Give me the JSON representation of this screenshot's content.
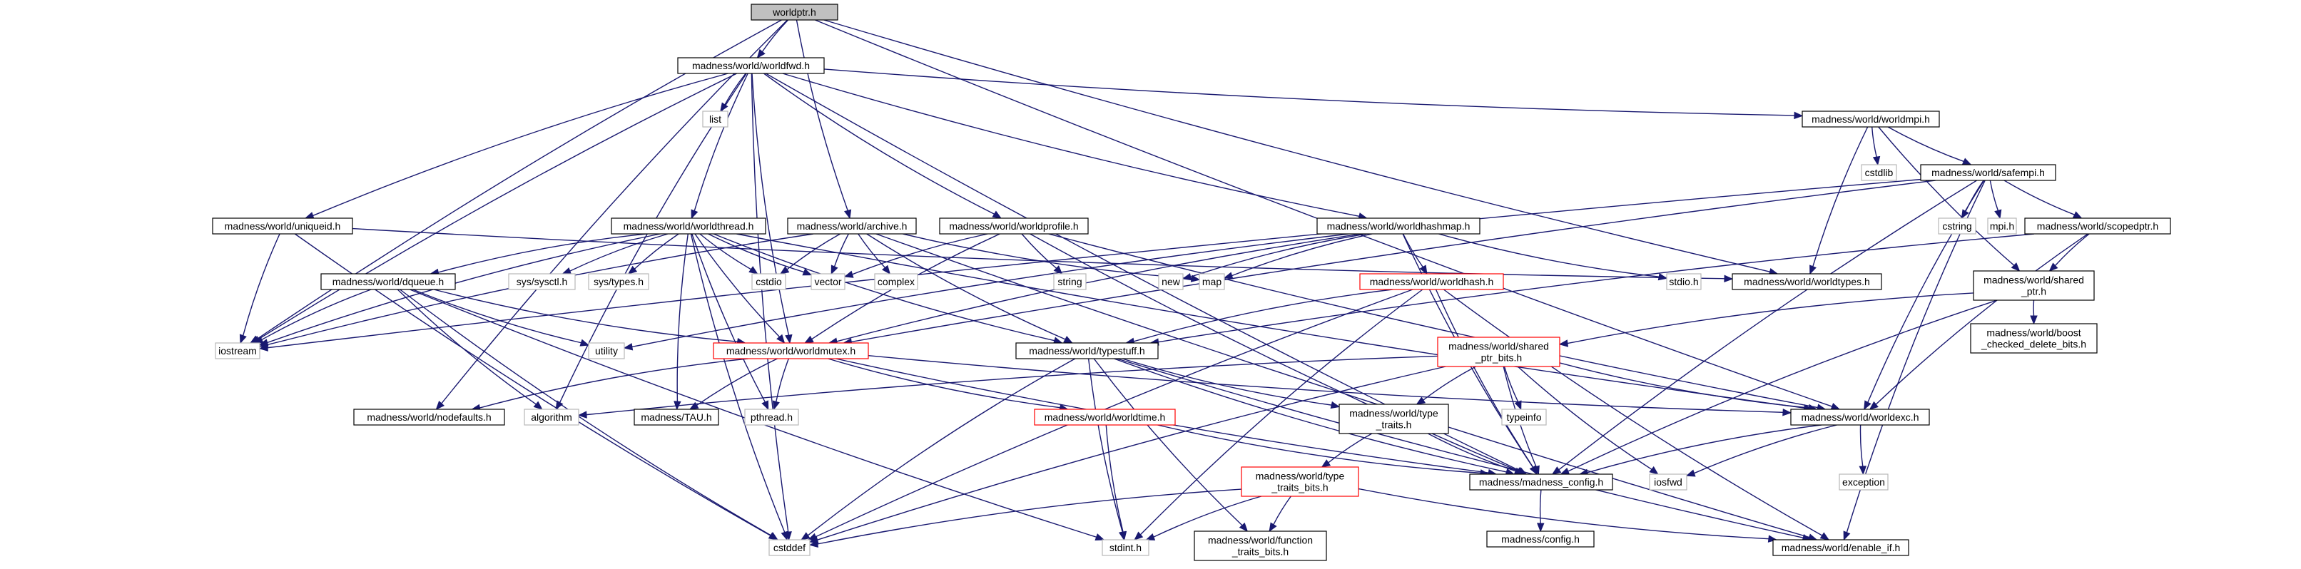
{
  "diagram": {
    "type": "include-dependency-graph",
    "colors": {
      "edge": "#191970",
      "root_fill": "#c0c0c0",
      "node_border": "#000000",
      "system_header_border": "#b8b8b8",
      "truncated_node_border": "#ff0000"
    },
    "nodes": [
      {
        "id": "worldptr",
        "lines": [
          "worldptr.h"
        ],
        "kind": "root"
      },
      {
        "id": "worldfwd",
        "lines": [
          "madness/world/worldfwd.h"
        ],
        "kind": "normal"
      },
      {
        "id": "list",
        "lines": [
          "list"
        ],
        "kind": "sys"
      },
      {
        "id": "worldmpi",
        "lines": [
          "madness/world/worldmpi.h"
        ],
        "kind": "normal"
      },
      {
        "id": "cstdlib",
        "lines": [
          "cstdlib"
        ],
        "kind": "sys"
      },
      {
        "id": "safempi",
        "lines": [
          "madness/world/safempi.h"
        ],
        "kind": "normal"
      },
      {
        "id": "cstring",
        "lines": [
          "cstring"
        ],
        "kind": "sys"
      },
      {
        "id": "mpih",
        "lines": [
          "mpi.h"
        ],
        "kind": "sys"
      },
      {
        "id": "scopedptr",
        "lines": [
          "madness/world/scopedptr.h"
        ],
        "kind": "normal"
      },
      {
        "id": "uniqueid",
        "lines": [
          "madness/world/uniqueid.h"
        ],
        "kind": "normal"
      },
      {
        "id": "worldthread",
        "lines": [
          "madness/world/worldthread.h"
        ],
        "kind": "normal"
      },
      {
        "id": "archive",
        "lines": [
          "madness/world/archive.h"
        ],
        "kind": "normal"
      },
      {
        "id": "worldprofile",
        "lines": [
          "madness/world/worldprofile.h"
        ],
        "kind": "normal"
      },
      {
        "id": "worldhashmap",
        "lines": [
          "madness/world/worldhashmap.h"
        ],
        "kind": "normal"
      },
      {
        "id": "sharedptr",
        "lines": [
          "madness/world/shared",
          "_ptr.h"
        ],
        "kind": "normal"
      },
      {
        "id": "dqueue",
        "lines": [
          "madness/world/dqueue.h"
        ],
        "kind": "normal"
      },
      {
        "id": "syssysctl",
        "lines": [
          "sys/sysctl.h"
        ],
        "kind": "sys"
      },
      {
        "id": "systypes",
        "lines": [
          "sys/types.h"
        ],
        "kind": "sys"
      },
      {
        "id": "cstdio",
        "lines": [
          "cstdio"
        ],
        "kind": "sys"
      },
      {
        "id": "vector",
        "lines": [
          "vector"
        ],
        "kind": "sys"
      },
      {
        "id": "complex",
        "lines": [
          "complex"
        ],
        "kind": "sys"
      },
      {
        "id": "string",
        "lines": [
          "string"
        ],
        "kind": "sys"
      },
      {
        "id": "new",
        "lines": [
          "new"
        ],
        "kind": "sys"
      },
      {
        "id": "map",
        "lines": [
          "map"
        ],
        "kind": "sys"
      },
      {
        "id": "stdioh",
        "lines": [
          "stdio.h"
        ],
        "kind": "sys"
      },
      {
        "id": "worldtypes",
        "lines": [
          "madness/world/worldtypes.h"
        ],
        "kind": "normal"
      },
      {
        "id": "worldhash",
        "lines": [
          "madness/world/worldhash.h"
        ],
        "kind": "red"
      },
      {
        "id": "boostchk",
        "lines": [
          "madness/world/boost",
          "_checked_delete_bits.h"
        ],
        "kind": "normal"
      },
      {
        "id": "iostream",
        "lines": [
          "iostream"
        ],
        "kind": "sys"
      },
      {
        "id": "utility",
        "lines": [
          "utility"
        ],
        "kind": "sys"
      },
      {
        "id": "worldmutex",
        "lines": [
          "madness/world/worldmutex.h"
        ],
        "kind": "red"
      },
      {
        "id": "typestuff",
        "lines": [
          "madness/world/typestuff.h"
        ],
        "kind": "normal"
      },
      {
        "id": "sharedptrbits",
        "lines": [
          "madness/world/shared",
          "_ptr_bits.h"
        ],
        "kind": "red"
      },
      {
        "id": "nodefaults",
        "lines": [
          "madness/world/nodefaults.h"
        ],
        "kind": "normal"
      },
      {
        "id": "algorithm",
        "lines": [
          "algorithm"
        ],
        "kind": "sys"
      },
      {
        "id": "tau",
        "lines": [
          "madness/TAU.h"
        ],
        "kind": "normal"
      },
      {
        "id": "pthread",
        "lines": [
          "pthread.h"
        ],
        "kind": "sys"
      },
      {
        "id": "worldtime",
        "lines": [
          "madness/world/worldtime.h"
        ],
        "kind": "red"
      },
      {
        "id": "typetraits",
        "lines": [
          "madness/world/type",
          "_traits.h"
        ],
        "kind": "normal"
      },
      {
        "id": "typeinfo",
        "lines": [
          "typeinfo"
        ],
        "kind": "sys"
      },
      {
        "id": "worldexc",
        "lines": [
          "madness/world/worldexc.h"
        ],
        "kind": "normal"
      },
      {
        "id": "exception",
        "lines": [
          "exception"
        ],
        "kind": "sys"
      },
      {
        "id": "madconfig",
        "lines": [
          "madness/madness_config.h"
        ],
        "kind": "normal"
      },
      {
        "id": "iosfwd",
        "lines": [
          "iosfwd"
        ],
        "kind": "sys"
      },
      {
        "id": "typetraitsbits",
        "lines": [
          "madness/world/type",
          "_traits_bits.h"
        ],
        "kind": "red"
      },
      {
        "id": "configh",
        "lines": [
          "madness/config.h"
        ],
        "kind": "normal"
      },
      {
        "id": "cstddef",
        "lines": [
          "cstddef"
        ],
        "kind": "sys"
      },
      {
        "id": "stdinth",
        "lines": [
          "stdint.h"
        ],
        "kind": "sys"
      },
      {
        "id": "functraits",
        "lines": [
          "madness/world/function",
          "_traits_bits.h"
        ],
        "kind": "normal"
      },
      {
        "id": "enableif",
        "lines": [
          "madness/world/enable_if.h"
        ],
        "kind": "normal"
      }
    ],
    "edges": [
      [
        "worldptr",
        "worldfwd"
      ],
      [
        "worldptr",
        "iostream"
      ],
      [
        "worldptr",
        "archive"
      ],
      [
        "worldptr",
        "nodefaults"
      ],
      [
        "worldptr",
        "worldtypes"
      ],
      [
        "worldptr",
        "worldexc"
      ],
      [
        "worldfwd",
        "list"
      ],
      [
        "worldfwd",
        "worldmpi"
      ],
      [
        "worldfwd",
        "uniqueid"
      ],
      [
        "worldfwd",
        "worldthread"
      ],
      [
        "worldfwd",
        "worldprofile"
      ],
      [
        "worldfwd",
        "worldhashmap"
      ],
      [
        "worldfwd",
        "iostream"
      ],
      [
        "worldfwd",
        "cstddef"
      ],
      [
        "worldfwd",
        "algorithm"
      ],
      [
        "worldfwd",
        "madconfig"
      ],
      [
        "worldfwd",
        "worldmutex"
      ],
      [
        "worldmpi",
        "cstdlib"
      ],
      [
        "worldmpi",
        "safempi"
      ],
      [
        "worldmpi",
        "worldtypes"
      ],
      [
        "worldmpi",
        "sharedptr"
      ],
      [
        "safempi",
        "cstring"
      ],
      [
        "safempi",
        "mpih"
      ],
      [
        "safempi",
        "scopedptr"
      ],
      [
        "safempi",
        "iostream"
      ],
      [
        "safempi",
        "worldmutex"
      ],
      [
        "safempi",
        "worldexc"
      ],
      [
        "safempi",
        "madconfig"
      ],
      [
        "safempi",
        "enableif"
      ],
      [
        "scopedptr",
        "sharedptr"
      ],
      [
        "scopedptr",
        "worldexc"
      ],
      [
        "scopedptr",
        "typestuff"
      ],
      [
        "sharedptr",
        "boostchk"
      ],
      [
        "sharedptr",
        "sharedptrbits"
      ],
      [
        "sharedptr",
        "madconfig"
      ],
      [
        "uniqueid",
        "iostream"
      ],
      [
        "uniqueid",
        "cstddef"
      ],
      [
        "uniqueid",
        "worldtypes"
      ],
      [
        "worldthread",
        "dqueue"
      ],
      [
        "worldthread",
        "syssysctl"
      ],
      [
        "worldthread",
        "systypes"
      ],
      [
        "worldthread",
        "cstdio"
      ],
      [
        "worldthread",
        "vector"
      ],
      [
        "worldthread",
        "worldmutex"
      ],
      [
        "worldthread",
        "tau"
      ],
      [
        "worldthread",
        "pthread"
      ],
      [
        "worldthread",
        "typestuff"
      ],
      [
        "worldthread",
        "cstddef"
      ],
      [
        "worldthread",
        "iostream"
      ],
      [
        "worldthread",
        "worldexc"
      ],
      [
        "archive",
        "cstdio"
      ],
      [
        "archive",
        "vector"
      ],
      [
        "archive",
        "complex"
      ],
      [
        "archive",
        "map"
      ],
      [
        "archive",
        "iostream"
      ],
      [
        "archive",
        "typestuff"
      ],
      [
        "archive",
        "enableif"
      ],
      [
        "worldprofile",
        "string"
      ],
      [
        "worldprofile",
        "vector"
      ],
      [
        "worldprofile",
        "worldmutex"
      ],
      [
        "worldprofile",
        "madconfig"
      ],
      [
        "worldprofile",
        "worldexc"
      ],
      [
        "worldhashmap",
        "new"
      ],
      [
        "worldhashmap",
        "map"
      ],
      [
        "worldhashmap",
        "stdioh"
      ],
      [
        "worldhashmap",
        "worldhash"
      ],
      [
        "worldhashmap",
        "worldmutex"
      ],
      [
        "worldhashmap",
        "utility"
      ],
      [
        "worldhashmap",
        "madconfig"
      ],
      [
        "worldhash",
        "cstddef"
      ],
      [
        "worldhash",
        "stdinth"
      ],
      [
        "worldhash",
        "typestuff"
      ],
      [
        "worldhash",
        "enableif"
      ],
      [
        "worldhash",
        "madconfig"
      ],
      [
        "dqueue",
        "iostream"
      ],
      [
        "dqueue",
        "utility"
      ],
      [
        "dqueue",
        "algorithm"
      ],
      [
        "dqueue",
        "worldmutex"
      ],
      [
        "dqueue",
        "cstddef"
      ],
      [
        "dqueue",
        "stdinth"
      ],
      [
        "worldmutex",
        "nodefaults"
      ],
      [
        "worldmutex",
        "tau"
      ],
      [
        "worldmutex",
        "pthread"
      ],
      [
        "worldmutex",
        "worldtime"
      ],
      [
        "worldmutex",
        "worldexc"
      ],
      [
        "worldmutex",
        "madconfig"
      ],
      [
        "typestuff",
        "typetraits"
      ],
      [
        "typestuff",
        "madconfig"
      ],
      [
        "typestuff",
        "cstddef"
      ],
      [
        "typestuff",
        "stdinth"
      ],
      [
        "typestuff",
        "functraits"
      ],
      [
        "typestuff",
        "enableif"
      ],
      [
        "sharedptrbits",
        "typeinfo"
      ],
      [
        "sharedptrbits",
        "algorithm"
      ],
      [
        "sharedptrbits",
        "typetraits"
      ],
      [
        "sharedptrbits",
        "worldexc"
      ],
      [
        "sharedptrbits",
        "madconfig"
      ],
      [
        "sharedptrbits",
        "iosfwd"
      ],
      [
        "sharedptrbits",
        "cstddef"
      ],
      [
        "worldtime",
        "madconfig"
      ],
      [
        "worldtime",
        "stdinth"
      ],
      [
        "typetraits",
        "typetraitsbits"
      ],
      [
        "typetraits",
        "madconfig"
      ],
      [
        "worldexc",
        "exception"
      ],
      [
        "worldexc",
        "iosfwd"
      ],
      [
        "worldexc",
        "madconfig"
      ],
      [
        "madconfig",
        "configh"
      ],
      [
        "typetraitsbits",
        "cstddef"
      ],
      [
        "typetraitsbits",
        "stdinth"
      ],
      [
        "typetraitsbits",
        "functraits"
      ],
      [
        "typetraitsbits",
        "enableif"
      ]
    ]
  }
}
